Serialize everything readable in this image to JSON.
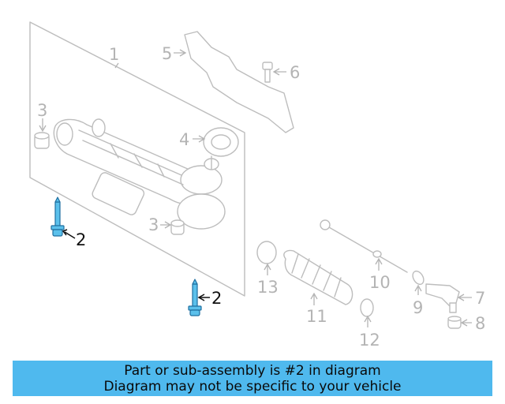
{
  "callouts": {
    "c1": "1",
    "c2a": "2",
    "c2b": "2",
    "c3a": "3",
    "c3b": "3",
    "c4": "4",
    "c5": "5",
    "c6": "6",
    "c7": "7",
    "c8": "8",
    "c9": "9",
    "c10": "10",
    "c11": "11",
    "c12": "12",
    "c13": "13"
  },
  "highlighted_part": "2",
  "colors": {
    "banner": "#4fb9ee",
    "highlight_part": "#5bc0eb",
    "inactive": "#b4b4b4"
  },
  "banner": {
    "line1": "Part or sub-assembly is #2 in diagram",
    "line2": "Diagram may not be specific to your vehicle"
  }
}
